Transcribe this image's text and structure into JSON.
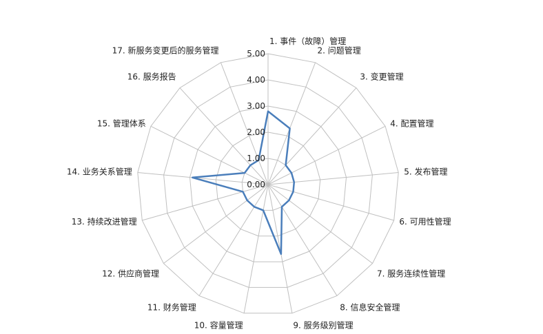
{
  "chart_data": {
    "type": "radar",
    "categories": [
      "1. 事件（故障）管理",
      "2. 问题管理",
      "3. 变更管理",
      "4. 配置管理",
      "5. 发布管理",
      "6. 可用性管理",
      "7. 服务连续性管理",
      "8. 信息安全管理",
      "9. 服务级别管理",
      "10. 容量管理",
      "11. 财务管理",
      "12. 供应商管理",
      "13. 持续改进管理",
      "14. 业务关系管理",
      "15. 管理体系",
      "16. 服务报告",
      "17. 新服务变更后的服务管理"
    ],
    "values": [
      2.8,
      2.3,
      1.0,
      1.0,
      1.0,
      1.0,
      1.0,
      1.0,
      2.7,
      1.0,
      1.0,
      1.0,
      1.0,
      2.9,
      1.0,
      1.0,
      1.0
    ],
    "ticks": [
      "0.00",
      "1.00",
      "2.00",
      "3.00",
      "4.00",
      "5.00"
    ],
    "rlim": [
      0,
      5
    ],
    "colors": {
      "series": "#4a7ebb",
      "grid": "#bfbfbf"
    }
  }
}
